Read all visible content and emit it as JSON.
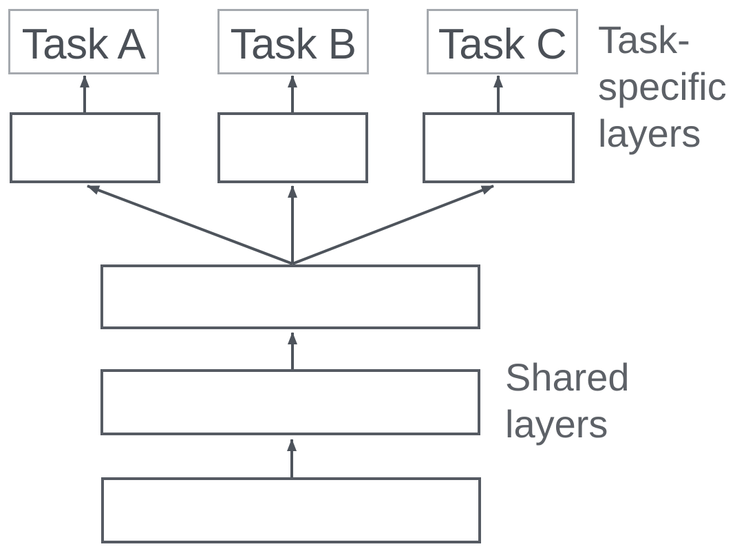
{
  "diagram": {
    "tasks": [
      {
        "label": "Task A"
      },
      {
        "label": "Task B"
      },
      {
        "label": "Task C"
      }
    ],
    "annotations": {
      "task_specific": "Task-\nspecific\nlayers",
      "shared": "Shared\nlayers"
    },
    "colors": {
      "background": "#ffffff",
      "task_box_border": "#a5a9ae",
      "layer_box_border": "#565b63",
      "arrow": "#4e545c",
      "task_text": "#4b5057",
      "annotation_text": "#5d6167"
    }
  }
}
